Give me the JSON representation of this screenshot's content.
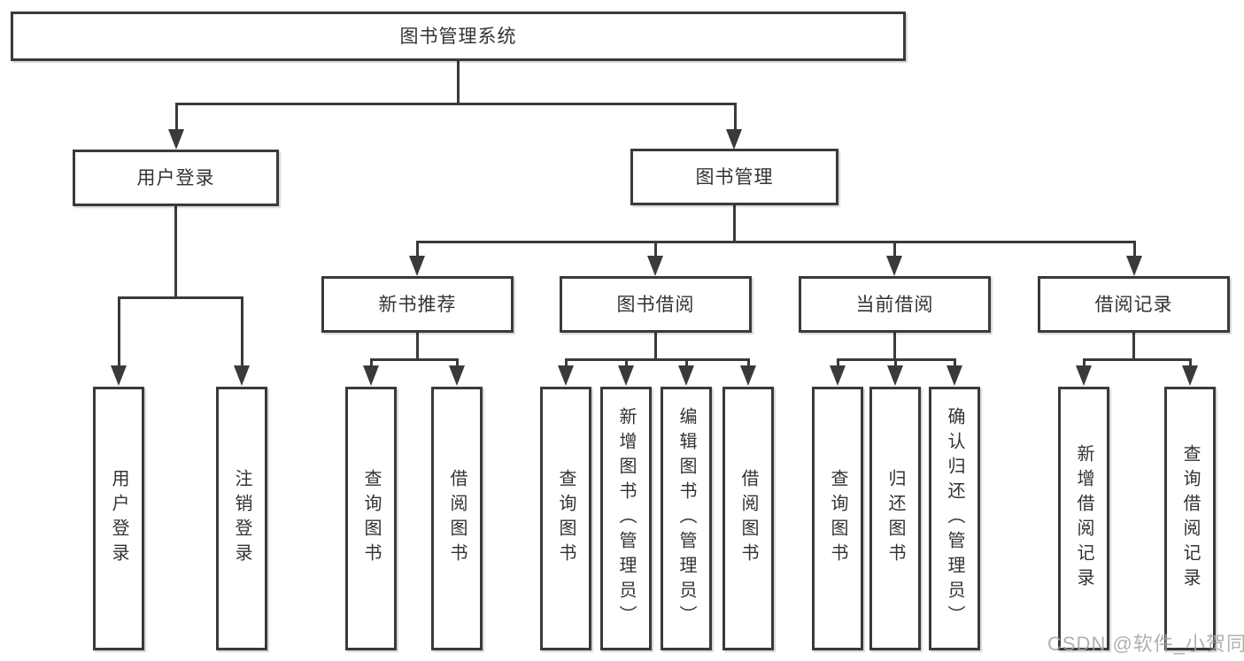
{
  "diagram": {
    "type": "hierarchy-tree",
    "colors": {
      "line": "#3a3a3a",
      "box_border": "#3a3a3a",
      "text": "#333333",
      "watermark": "#a2a2a2",
      "background": "#ffffff"
    },
    "nodes": {
      "root": "图书管理系统",
      "user_login": "用户登录",
      "book_mgmt": "图书管理",
      "new_book": "新书推荐",
      "book_borrow": "图书借阅",
      "current_borrow": "当前借阅",
      "borrow_records": "借阅记录",
      "leaf_user_login": "用户登录",
      "leaf_logout": "注销登录",
      "leaf_nb_query": "查询图书",
      "leaf_nb_borrow": "借阅图书",
      "leaf_bb_query": "查询图书",
      "leaf_bb_add": "新增图书（管理员）",
      "leaf_bb_edit": "编辑图书（管理员）",
      "leaf_bb_borrow": "借阅图书",
      "leaf_cb_query": "查询图书",
      "leaf_cb_return": "归还图书",
      "leaf_cb_confirm": "确认归还（管理员）",
      "leaf_br_add": "新增借阅记录",
      "leaf_br_query": "查询借阅记录"
    },
    "edges": [
      [
        "图书管理系统",
        "用户登录"
      ],
      [
        "图书管理系统",
        "图书管理"
      ],
      [
        "用户登录",
        "用户登录"
      ],
      [
        "用户登录",
        "注销登录"
      ],
      [
        "图书管理",
        "新书推荐"
      ],
      [
        "图书管理",
        "图书借阅"
      ],
      [
        "图书管理",
        "当前借阅"
      ],
      [
        "图书管理",
        "借阅记录"
      ],
      [
        "新书推荐",
        "查询图书"
      ],
      [
        "新书推荐",
        "借阅图书"
      ],
      [
        "图书借阅",
        "查询图书"
      ],
      [
        "图书借阅",
        "新增图书（管理员）"
      ],
      [
        "图书借阅",
        "编辑图书（管理员）"
      ],
      [
        "图书借阅",
        "借阅图书"
      ],
      [
        "当前借阅",
        "查询图书"
      ],
      [
        "当前借阅",
        "归还图书"
      ],
      [
        "当前借阅",
        "确认归还（管理员）"
      ],
      [
        "借阅记录",
        "新增借阅记录"
      ],
      [
        "借阅记录",
        "查询借阅记录"
      ]
    ]
  },
  "watermark": {
    "text": "CSDN @软件_小贺同学"
  }
}
